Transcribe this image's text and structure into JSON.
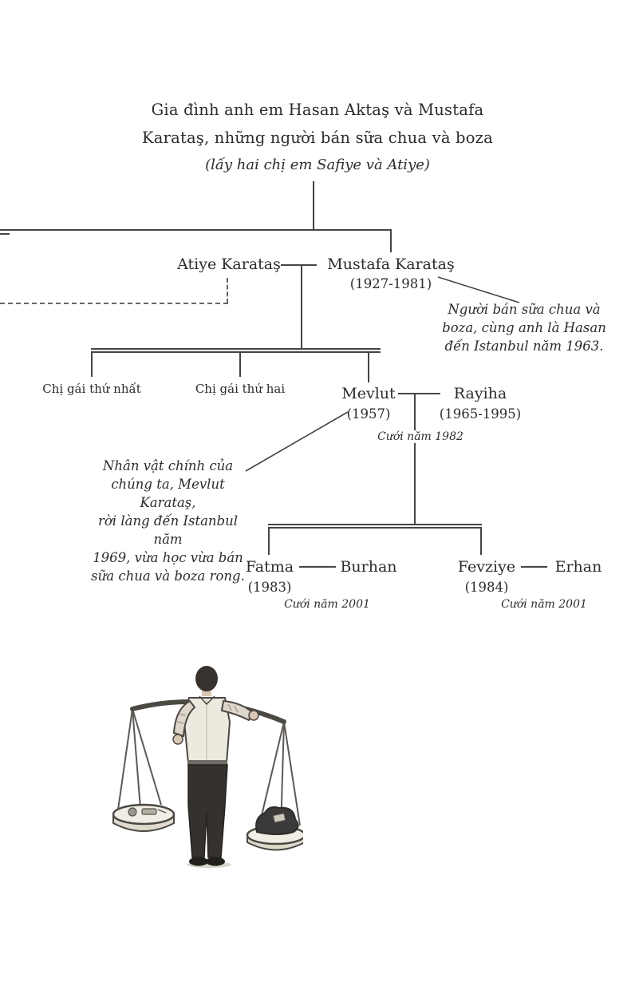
{
  "title": {
    "line1": "Gia đình anh em Hasan Aktaş và Mustafa",
    "line2": "Karataş, những người bán sữa chua và boza",
    "line3": "(lấy hai chị em Safiye và Atiye)"
  },
  "gen1": {
    "wife_name": "Atiye Karataş",
    "husband_name": "Mustafa Karataş",
    "husband_years": "(1927-1981)",
    "husband_note": [
      "Người bán sữa chua và",
      "boza, cùng anh là Hasan",
      "đến Istanbul năm 1963."
    ]
  },
  "gen2": {
    "daughter1": "Chị gái thứ nhất",
    "daughter2": "Chị gái thứ hai",
    "son_name": "Mevlut",
    "son_years": "(1957)",
    "wife_name": "Rayiha",
    "wife_years": "(1965-1995)",
    "marriage_note": "Cưới năm 1982",
    "son_note": [
      "Nhân vật chính của",
      "chúng ta, Mevlut Karataş,",
      "rời làng đến Istanbul năm",
      "1969, vừa học vừa bán",
      "sữa chua và boza rong."
    ]
  },
  "gen3": {
    "daughter1_name": "Fatma",
    "daughter1_years": "(1983)",
    "daughter1_spouse": "Burhan",
    "daughter1_marriage_note": "Cưới năm 2001",
    "daughter2_name": "Fevziye",
    "daughter2_years": "(1984)",
    "daughter2_spouse": "Erhan",
    "daughter2_marriage_note": "Cưới năm 2001"
  },
  "illustration": {
    "name": "boza-seller-carrying-pole"
  }
}
